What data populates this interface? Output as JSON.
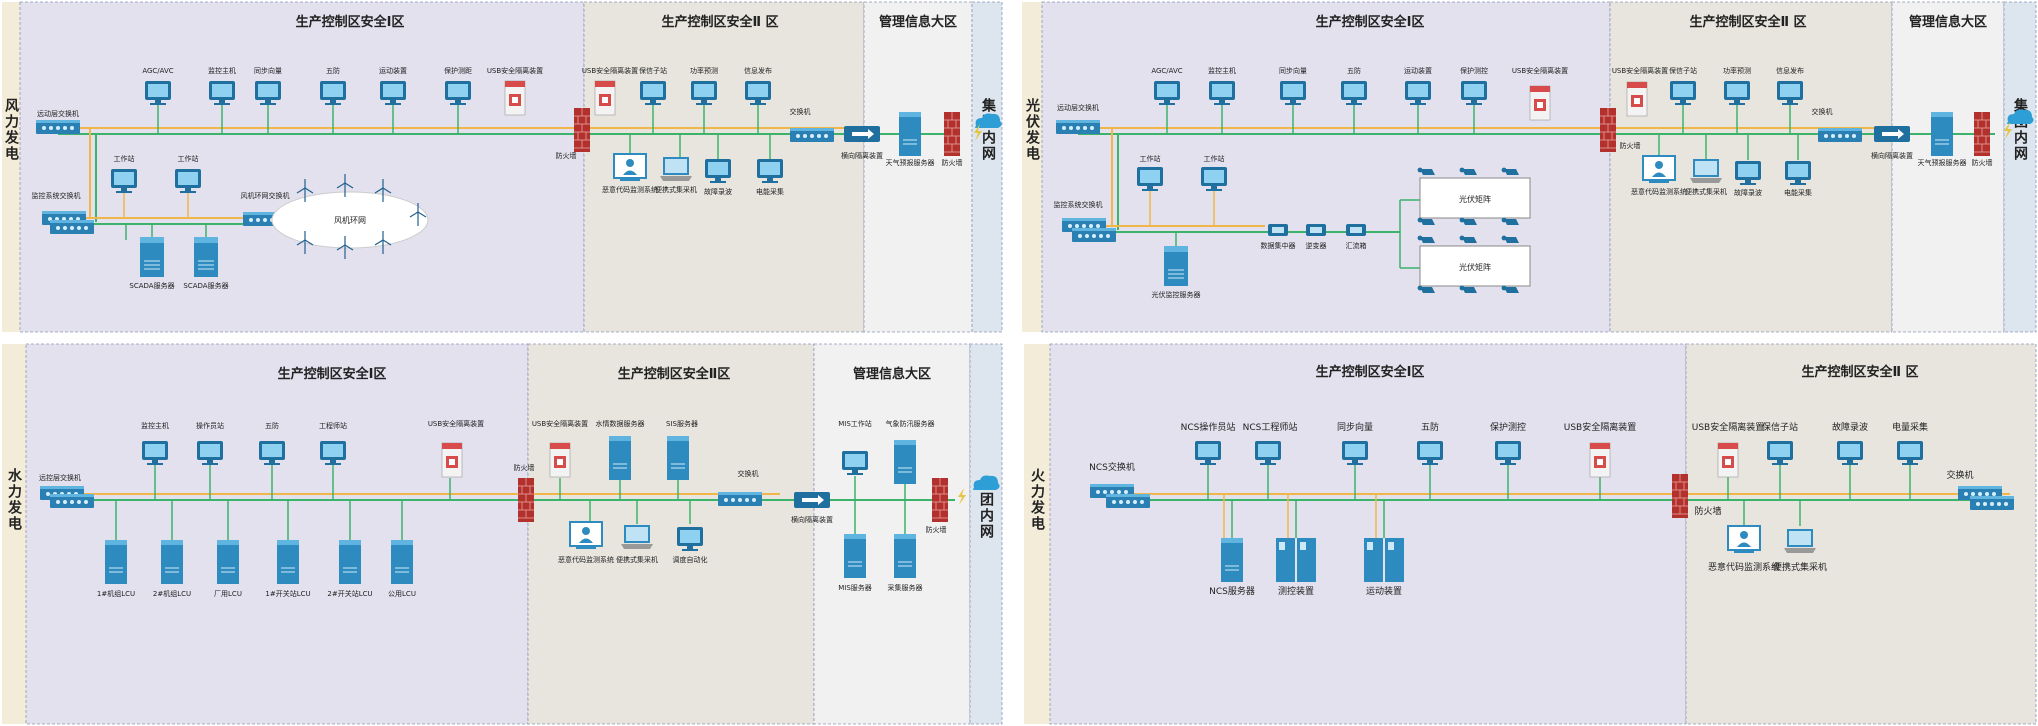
{
  "panels": {
    "wind": {
      "side_label": "风力发电",
      "zone1_title": "生产控制区安全Ⅰ区",
      "zone2_title": "生产控制区安全Ⅱ 区",
      "zone3_title": "管理信息大区",
      "group_label": "集团内网",
      "devices": {
        "remote_switch": "远动层交换机",
        "monitor_switch": "监控系统交换机",
        "agc_avc": "AGC/AVC",
        "monitor_host": "监控主机",
        "sync_phasor": "同步向量",
        "five_prevention": "五防",
        "motion_device": "运动装置",
        "protection_ranging": "保护测距",
        "usb_isolator": "USB安全隔离装置",
        "workstation1": "工作站",
        "workstation2": "工作站",
        "ring_switch": "风机环网交换机",
        "ring_network": "风机环网",
        "scada1": "SCADA服务器",
        "scada2": "SCADA服务器",
        "firewall1": "防火墙",
        "usb_isolator2": "USB安全隔离装置",
        "protection_substation": "保信子站",
        "power_prediction": "功率预测",
        "info_release": "信息发布",
        "malicious_code": "恶意代码监测系统",
        "portable_collector": "便携式集采机",
        "fault_recorder": "故障录波",
        "energy_collect": "电能采集",
        "switch_zone2": "交换机",
        "reverse_isolator": "横向隔离装置",
        "weather_server": "天气预报服务器",
        "firewall2": "防火墙"
      }
    },
    "pv": {
      "side_label": "光伏发电",
      "zone1_title": "生产控制区安全Ⅰ区",
      "zone2_title": "生产控制区安全Ⅱ 区",
      "zone3_title": "管理信息大区",
      "group_label": "集团内网",
      "devices": {
        "remote_switch": "远动层交换机",
        "monitor_switch": "监控系统交换机",
        "agc_avc": "AGC/AVC",
        "monitor_host": "监控主机",
        "sync_phasor": "同步向量",
        "five_prevention": "五防",
        "motion_device": "运动装置",
        "protection_ranging": "保护测控",
        "usb_isolator": "USB安全隔离装置",
        "workstation1": "工作站",
        "workstation2": "工作站",
        "data_concentrator": "数据集中器",
        "inverter": "逆变器",
        "combiner": "汇流箱",
        "pv_array1": "光伏矩阵",
        "pv_array2": "光伏矩阵",
        "pv_server": "光伏监控服务器",
        "firewall1": "防火墙",
        "usb_isolator2": "USB安全隔离装置",
        "protection_substation": "保信子站",
        "power_prediction": "功率预测",
        "info_release": "信息发布",
        "malicious_code": "恶意代码监测系统",
        "portable_collector": "便携式集采机",
        "fault_recorder": "故障录波",
        "energy_collect": "电能采集",
        "switch_zone2": "交换机",
        "reverse_isolator": "横向隔离装置",
        "weather_server": "天气预报服务器",
        "firewall2": "防火墙"
      }
    },
    "hydro": {
      "side_label": "水力发电",
      "zone1_title": "生产控制区安全Ⅰ区",
      "zone2_title": "生产控制区安全Ⅱ区",
      "zone3_title": "管理信息大区",
      "group_label": "集团内网",
      "devices": {
        "remote_switch": "远控层交换机",
        "monitor_host": "监控主机",
        "operator_station": "操作员站",
        "five_prevention": "五防",
        "engineer_station": "工程师站",
        "usb_isolator": "USB安全隔离装置",
        "lcu1": "1#机组LCU",
        "lcu2": "2#机组LCU",
        "lcu3": "厂用LCU",
        "lcu4": "1#开关站LCU",
        "lcu5": "2#开关站LCU",
        "lcu6": "公用LCU",
        "firewall1": "防火墙",
        "usb_isolator2": "USB安全隔离装置",
        "hydro_data_server": "水情数据服务器",
        "sis_server": "SIS服务器",
        "malicious_code": "恶意代码监测系统",
        "portable_collector": "便携式集采机",
        "dispatch_auto": "调度自动化",
        "switch_zone2": "交换机",
        "reverse_isolator": "横向隔离装置",
        "mis_ws": "MIS工作站",
        "weather_server": "气象防汛服务器",
        "mis_server": "MIS服务器",
        "collect_server": "采集服务器",
        "firewall2": "防火墙"
      }
    },
    "thermal": {
      "side_label": "火力发电",
      "zone1_title": "生产控制区安全Ⅰ区",
      "zone2_title": "生产控制区安全Ⅱ 区",
      "devices": {
        "ncs_switch": "NCS交换机",
        "ncs_operator": "NCS操作员站",
        "ncs_engineer": "NCS工程师站",
        "sync_phasor": "同步向量",
        "five_prevention": "五防",
        "protection_control": "保护测控",
        "usb_isolator": "USB安全隔离装置",
        "ncs_server": "NCS服务器",
        "measure_device": "测控装置",
        "motion_device": "运动装置",
        "firewall1": "防火墙",
        "usb_isolator2": "USB安全隔离装置",
        "protection_substation": "保信子站",
        "fault_recorder": "故障录波",
        "energy_collect": "电量采集",
        "switch_zone2": "交换机",
        "malicious_code": "恶意代码监测系统",
        "portable_collector": "便携式集采机"
      }
    }
  },
  "colors": {
    "zone1": "#e3e1ee",
    "zone2": "#e7e5de",
    "zone3": "#f1f1f2",
    "group_strip": "#dde6ee",
    "side_strip": "#f3ecd8",
    "bus_yellow": "#f0b64a",
    "bus_green": "#3bb36a",
    "device_blue": "#2e8bc0"
  }
}
